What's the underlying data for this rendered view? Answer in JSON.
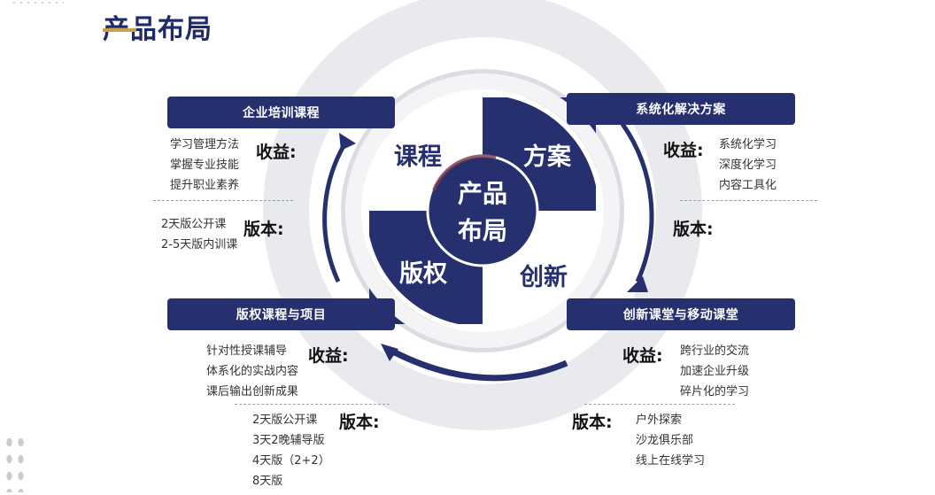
{
  "page": {
    "title": "产品布局"
  },
  "center": {
    "line1": "产品",
    "line2": "布局"
  },
  "quadrants": {
    "top_left": "课程",
    "top_right": "方案",
    "bottom_left": "版权",
    "bottom_right": "创新"
  },
  "colors": {
    "navy": "#26306f",
    "title": "#1f2a6b",
    "accent": "#c9a14a"
  },
  "panels": {
    "top_left": {
      "header": "企业培训课程",
      "benefit_label": "收益:",
      "benefits": [
        "学习管理方法",
        "掌握专业技能",
        "提升职业素养"
      ],
      "version_label": "版本:",
      "versions": [
        "2天版公开课",
        "2-5天版内训课"
      ]
    },
    "top_right": {
      "header": "系统化解决方案",
      "benefit_label": "收益:",
      "benefits": [
        "系统化学习",
        "深度化学习",
        "内容工具化"
      ],
      "version_label": "版本:",
      "versions": []
    },
    "bottom_left": {
      "header": "版权课程与项目",
      "benefit_label": "收益:",
      "benefits": [
        "针对性授课辅导",
        "体系化的实战内容",
        "课后输出创新成果"
      ],
      "version_label": "版本:",
      "versions": [
        "2天版公开课",
        "3天2晚辅导版",
        "4天版（2+2）",
        "8天版"
      ]
    },
    "bottom_right": {
      "header": "创新课堂与移动课堂",
      "benefit_label": "收益:",
      "benefits": [
        "跨行业的交流",
        "加速企业升级",
        "碎片化的学习"
      ],
      "version_label": "版本:",
      "versions": [
        "户外探索",
        "沙龙俱乐部",
        "线上在线学习"
      ]
    }
  }
}
